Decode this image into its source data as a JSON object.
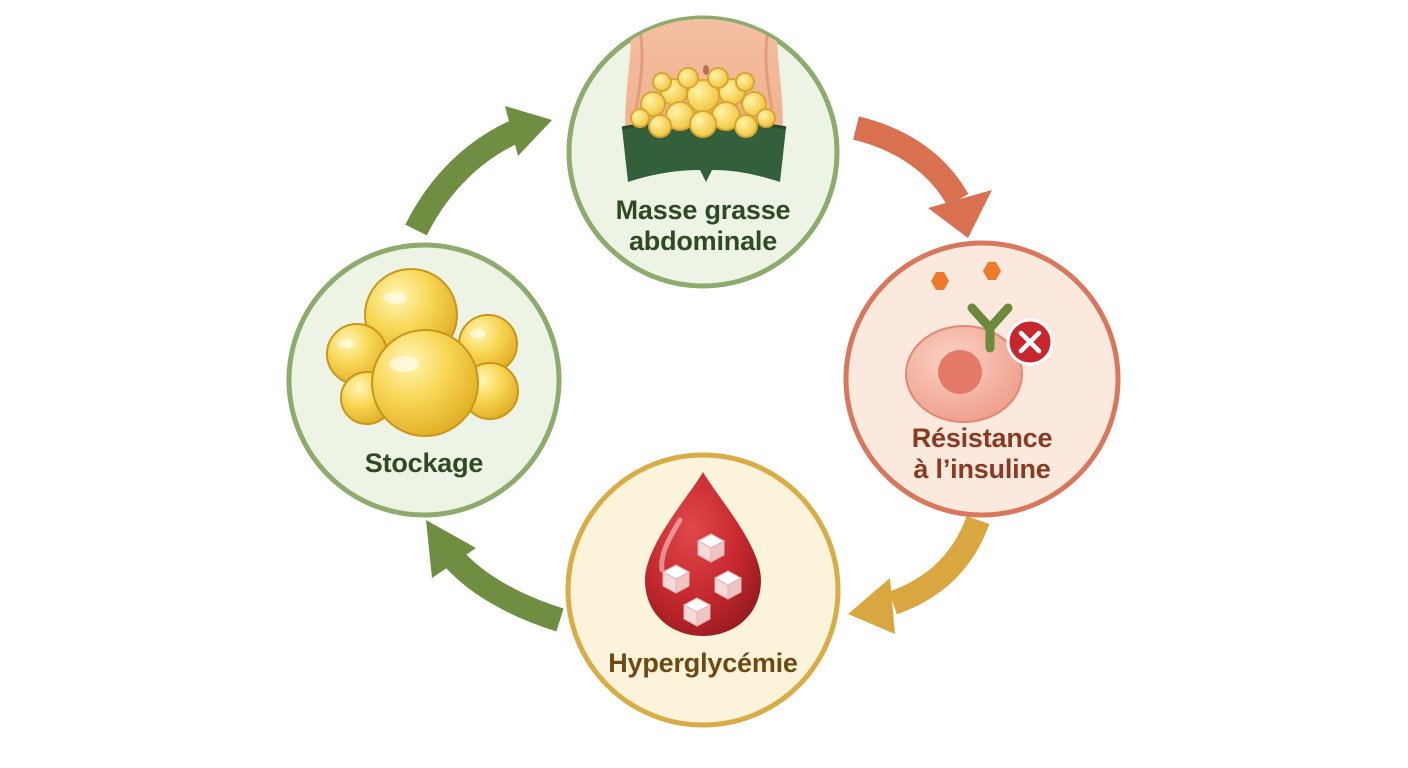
{
  "diagram": {
    "nodes": {
      "abdominal_fat": {
        "label_line1": "Masse grasse",
        "label_line2": "abdominale",
        "icon": "abdomen-fat-icon",
        "fill": "#eef4e5",
        "stroke": "#8cab6c",
        "text_color": "#2f4a22"
      },
      "insulin_resistance": {
        "label_line1": "Résistance",
        "label_line2": "à l’insuline",
        "icon": "blocked-insulin-cell-icon",
        "fill": "#fbe9de",
        "stroke": "#d9775c",
        "text_color": "#8b3a22"
      },
      "hyperglycemia": {
        "label": "Hyperglycémie",
        "icon": "blood-drop-sugar-icon",
        "fill": "#fcf3db",
        "stroke": "#d9ac46",
        "text_color": "#6e4a12"
      },
      "storage": {
        "label": "Stockage",
        "icon": "fat-cells-icon",
        "fill": "#eef4e5",
        "stroke": "#8cab6c",
        "text_color": "#2f4a22"
      }
    },
    "arrows": {
      "fat_to_resistance": "#d9704f",
      "resistance_to_hyperglycemia": "#d9a640",
      "hyperglycemia_to_storage": "#6f8e42",
      "storage_to_fat": "#6f8e42"
    }
  }
}
